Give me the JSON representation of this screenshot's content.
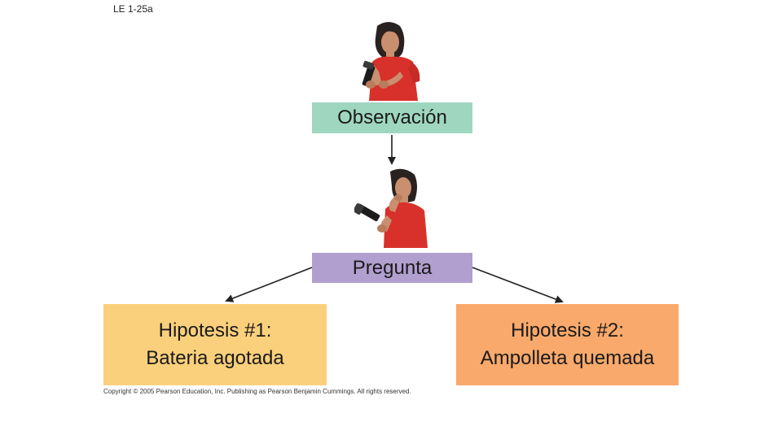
{
  "figure_label": "LE 1-25a",
  "nodes": {
    "observation": {
      "label": "Observación",
      "color": "#9fd6c0"
    },
    "question": {
      "label": "Pregunta",
      "color": "#b19fcf"
    },
    "hypothesis1": {
      "line1": "Hipotesis #1:",
      "line2": "Bateria agotada",
      "color": "#fbd07c"
    },
    "hypothesis2": {
      "line1": "Hipotesis #2:",
      "line2": "Ampolleta quemada",
      "color": "#f9a96b"
    }
  },
  "illustrations": {
    "top": "woman-examining-flashlight",
    "middle": "woman-thinking-with-flashlight"
  },
  "copyright": "Copyright © 2005 Pearson Education, Inc. Publishing as Pearson Benjamin Cummings. All rights reserved."
}
